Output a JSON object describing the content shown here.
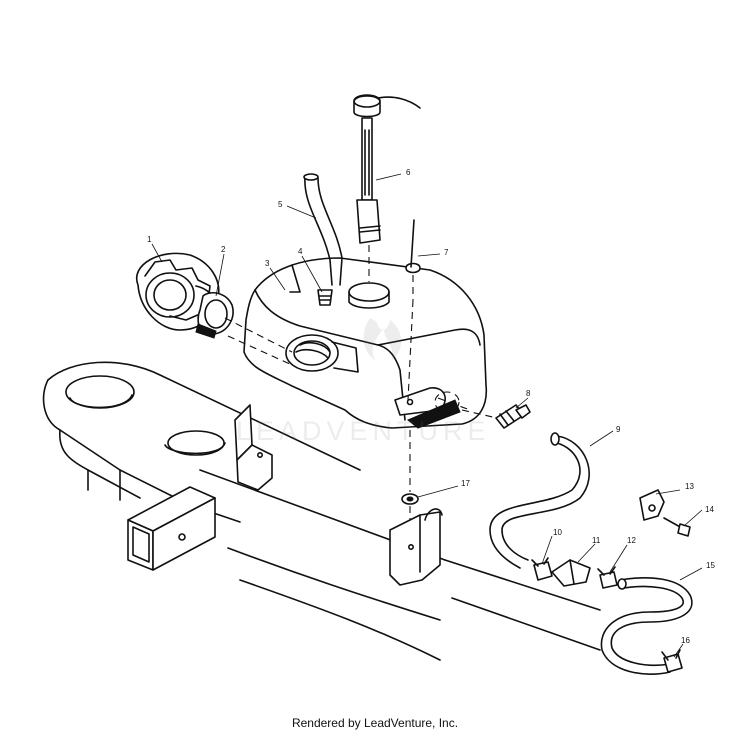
{
  "diagram": {
    "watermark": "LEADVENTURE",
    "callouts": [
      "1",
      "2",
      "3",
      "4",
      "5",
      "6",
      "7",
      "8",
      "9",
      "10",
      "11",
      "12",
      "13",
      "14",
      "15",
      "16",
      "17"
    ]
  },
  "footer": {
    "text": "Rendered by LeadVenture, Inc."
  }
}
